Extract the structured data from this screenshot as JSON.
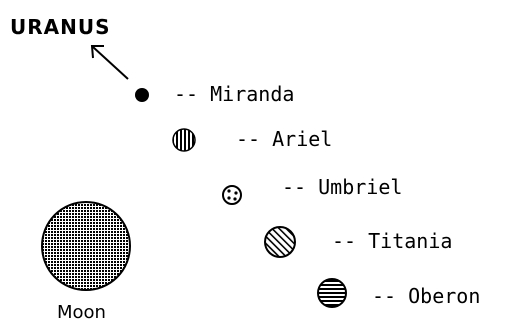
{
  "title": "URANUS",
  "moons": [
    {
      "label": "-- Miranda",
      "pattern": "solid"
    },
    {
      "label": "-- Ariel",
      "pattern": "vertical-stripes"
    },
    {
      "label": "-- Umbriel",
      "pattern": "dots"
    },
    {
      "label": "-- Titania",
      "pattern": "diagonal-stripes"
    },
    {
      "label": "-- Oberon",
      "pattern": "horizontal-stripes"
    }
  ],
  "reference": {
    "label": "Moon",
    "pattern": "crosshatch"
  },
  "colors": {
    "ink": "#000000",
    "paper": "#ffffff"
  }
}
